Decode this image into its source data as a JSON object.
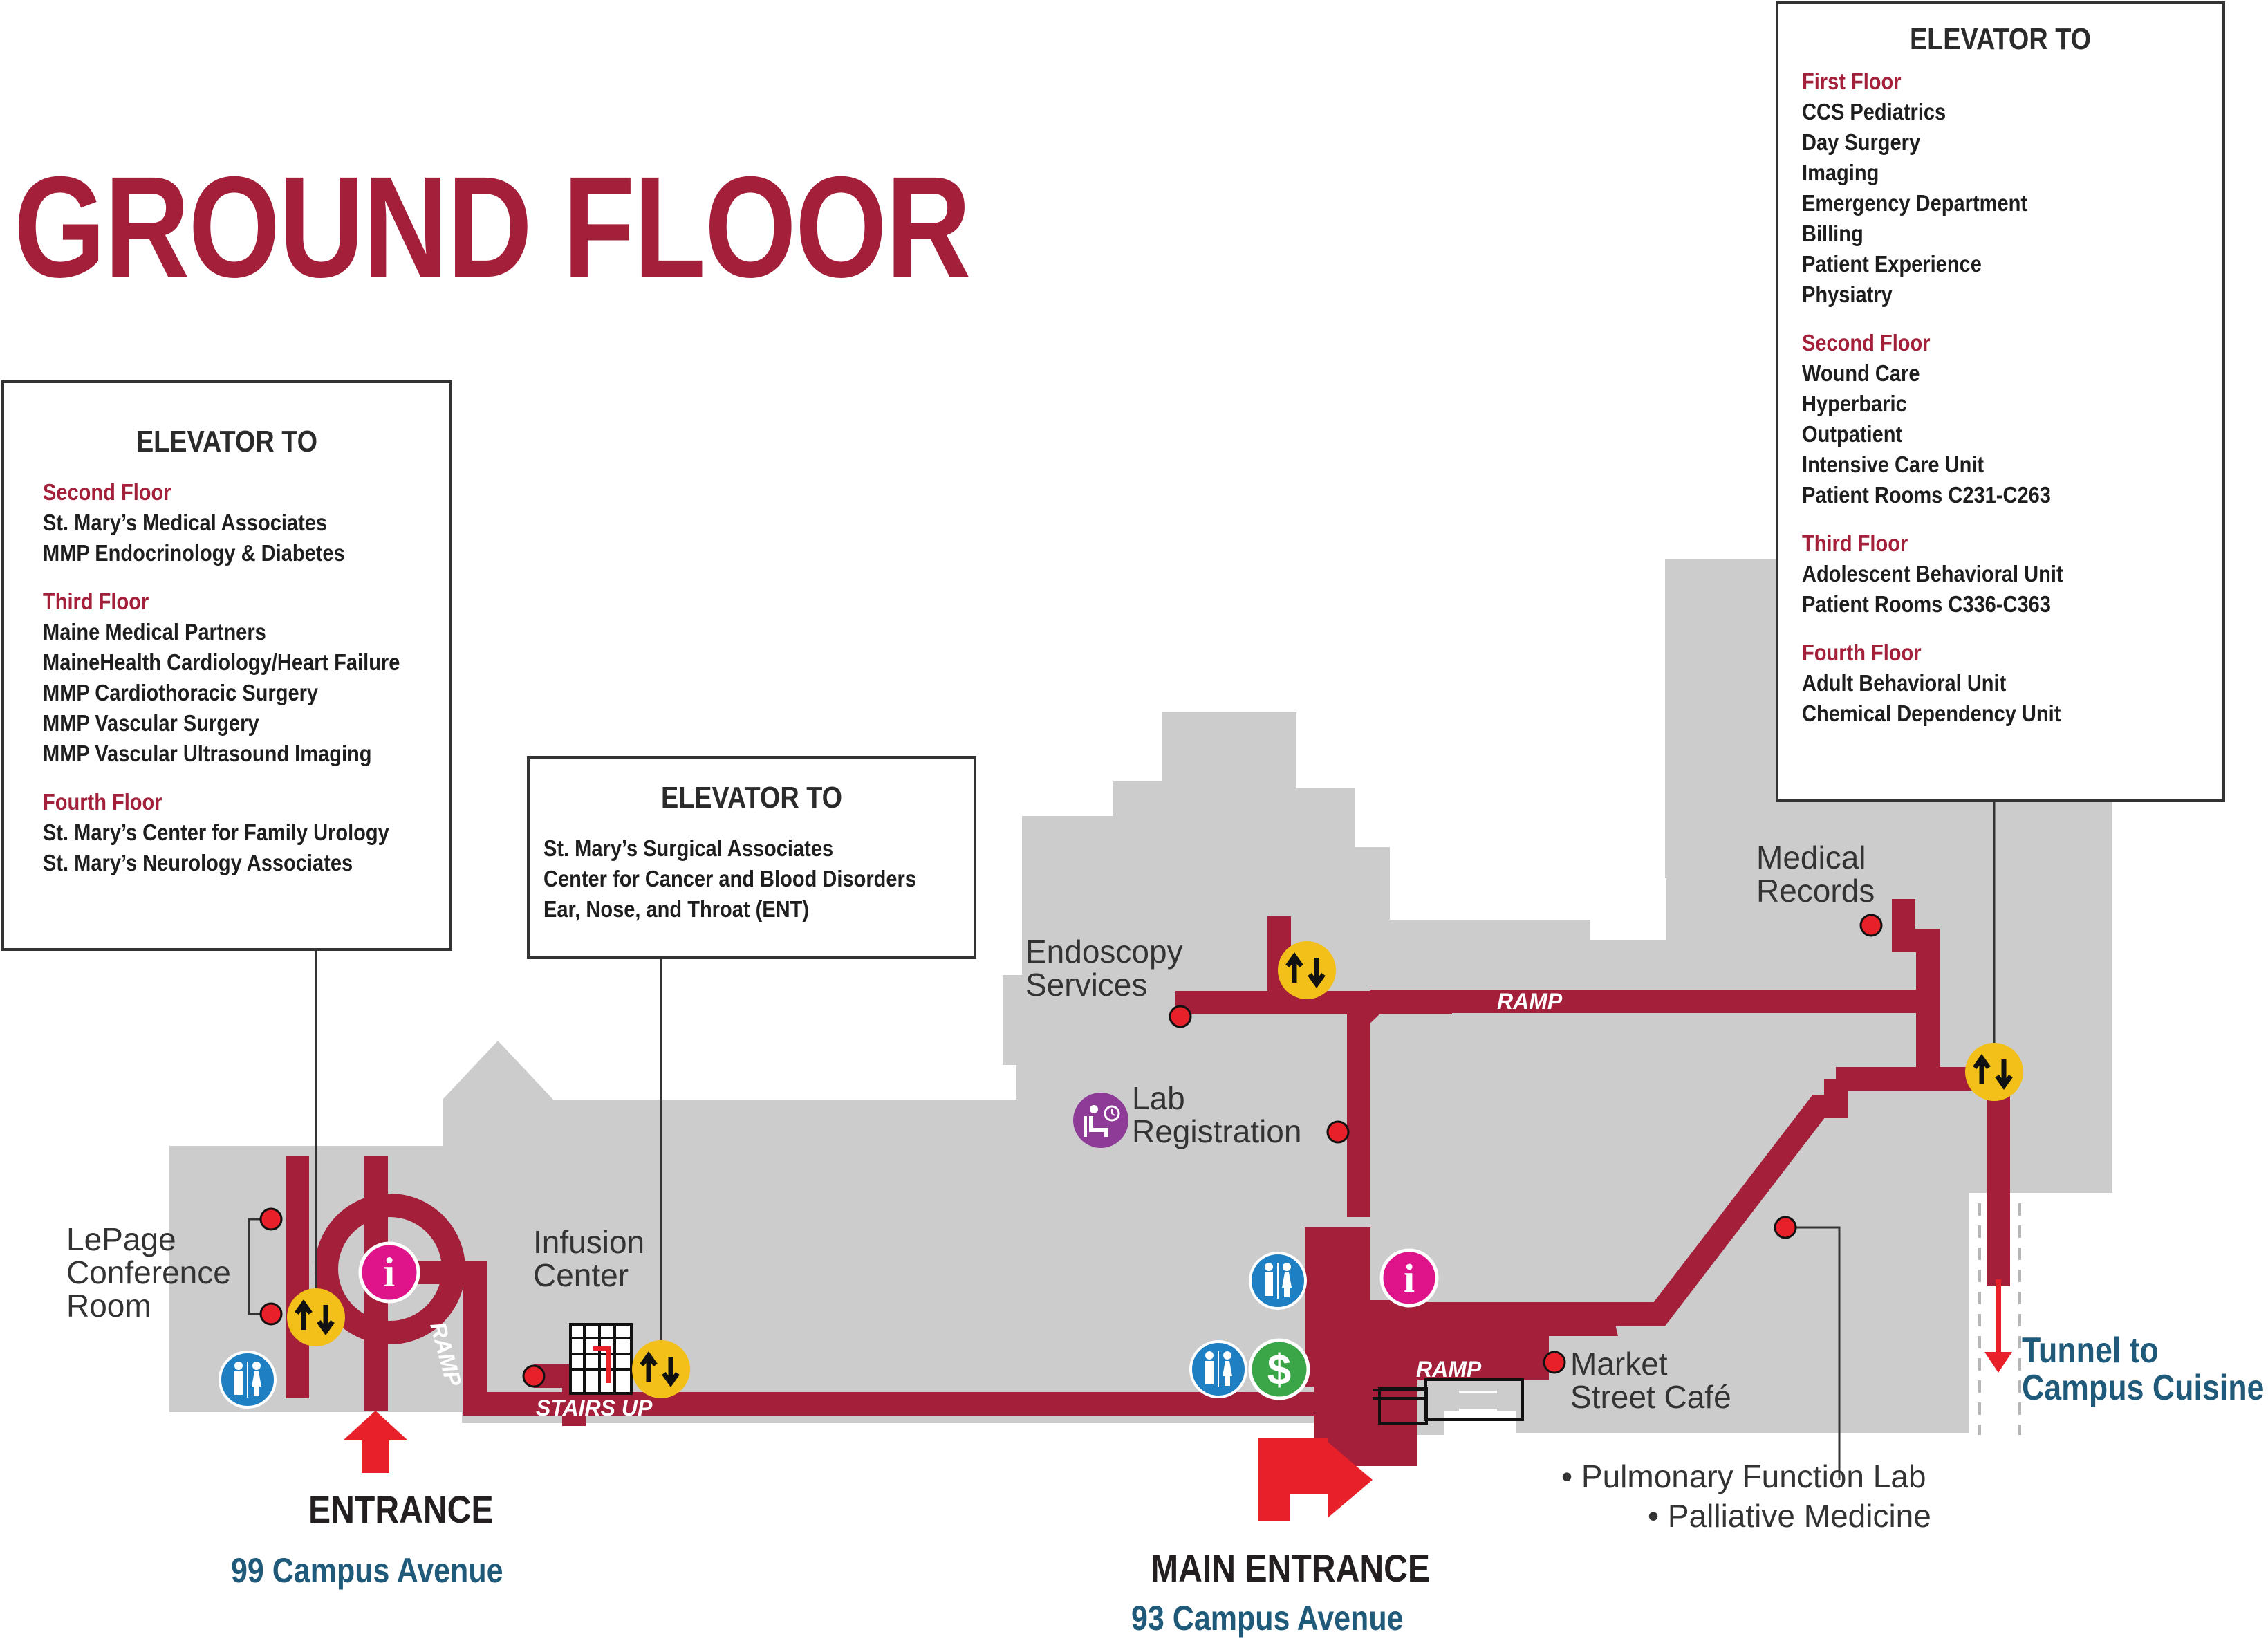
{
  "title": "GROUND FLOOR",
  "colors": {
    "brand_red": "#a31f3a",
    "building_gray": "#cccccd",
    "route_red": "#a31f3a",
    "marker_red": "#e8202a",
    "elevator_yellow": "#f2c018",
    "restroom_blue": "#1e7fc3",
    "info_pink": "#e0148a",
    "atm_green": "#3aa648",
    "lab_purple": "#8e3b97",
    "address_blue": "#1f5a7a"
  },
  "elevator_boxes": {
    "left": {
      "heading": "ELEVATOR TO",
      "sections": [
        {
          "floor": "Second Floor",
          "items": [
            "St. Mary’s Medical Associates",
            "MMP Endocrinology & Diabetes"
          ]
        },
        {
          "floor": "Third Floor",
          "items": [
            "Maine Medical Partners",
            "MaineHealth Cardiology/Heart Failure",
            "MMP Cardiothoracic Surgery",
            "MMP Vascular Surgery",
            "MMP Vascular Ultrasound Imaging"
          ]
        },
        {
          "floor": "Fourth Floor",
          "items": [
            "St. Mary’s Center for Family Urology",
            "St. Mary’s Neurology Associates"
          ]
        }
      ]
    },
    "middle": {
      "heading": "ELEVATOR TO",
      "items": [
        "St. Mary’s Surgical Associates",
        "Center for Cancer and Blood Disorders",
        "Ear, Nose, and Throat (ENT)"
      ]
    },
    "right": {
      "heading": "ELEVATOR TO",
      "sections": [
        {
          "floor": "First Floor",
          "items": [
            "CCS Pediatrics",
            "Day Surgery",
            "Imaging",
            "Emergency Department",
            "Billing",
            "Patient Experience",
            "Physiatry"
          ]
        },
        {
          "floor": "Second Floor",
          "items": [
            "Wound Care",
            "Hyperbaric",
            "Outpatient",
            "Intensive Care Unit",
            "Patient Rooms C231-C263"
          ]
        },
        {
          "floor": "Third Floor",
          "items": [
            "Adolescent Behavioral Unit",
            "Patient Rooms C336-C363"
          ]
        },
        {
          "floor": "Fourth Floor",
          "items": [
            "Adult Behavioral Unit",
            "Chemical Dependency Unit"
          ]
        }
      ]
    }
  },
  "locations": {
    "lepage": [
      "LePage",
      "Conference",
      "Room"
    ],
    "infusion": [
      "Infusion",
      "Center"
    ],
    "endoscopy": [
      "Endoscopy",
      "Services"
    ],
    "lab": [
      "Lab",
      "Registration"
    ],
    "records": [
      "Medical",
      "Records"
    ],
    "market": [
      "Market",
      "Street Café"
    ],
    "bullets": [
      "Pulmonary Function Lab",
      "Palliative Medicine"
    ]
  },
  "route_labels": {
    "ramp_left": "RAMP",
    "ramp_top": "RAMP",
    "ramp_bottom": "RAMP",
    "stairs": "STAIRS UP"
  },
  "entrances": {
    "side": {
      "label": "ENTRANCE",
      "address": "99 Campus Avenue"
    },
    "main": {
      "label": "MAIN ENTRANCE",
      "address": "93 Campus Avenue"
    }
  },
  "tunnel": [
    "Tunnel to",
    "Campus Cuisine"
  ],
  "icons": {
    "elevator": "elevator-up-down-icon",
    "info": "information-icon",
    "restroom": "restroom-icon",
    "atm": "dollar-atm-icon",
    "lab": "waiting-room-icon",
    "location": "location-marker-icon"
  }
}
